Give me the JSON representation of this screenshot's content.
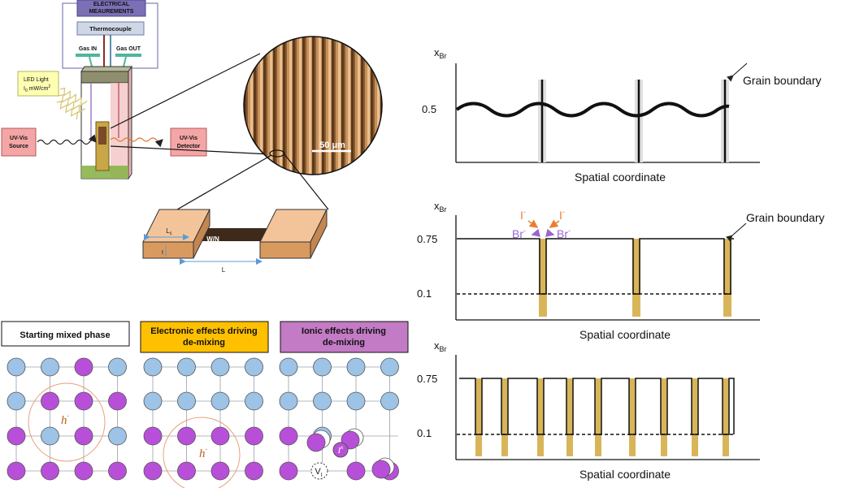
{
  "setup": {
    "electrical_line1": "ELECTRICAL",
    "electrical_line2": "MEAUREMENTS",
    "thermocouple": "Thermocouple",
    "gas_in": "Gas IN",
    "gas_out": "Gas OUT",
    "led_line1": "LED Light",
    "led_line2_base": "I",
    "led_line2_sub": "0",
    "led_line2_rest": " mW/cm",
    "led_line2_sup": "2",
    "uvvis_source_line1": "UV-Vis",
    "uvvis_source_line2": "Source",
    "uvvis_detector_line1": "UV-Vis",
    "uvvis_detector_line2": "Detector",
    "scale_bar": "50 μm",
    "lc_label": "L",
    "lc_sub": "c",
    "t_label": "t",
    "wn_label": "W/N",
    "l_label": "L"
  },
  "lattice": {
    "panel1_title": "Starting mixed phase",
    "panel2_title_line1": "Electronic effects driving",
    "panel2_title_line2": "de-mixing",
    "panel3_title_line1": "Ionic effects driving",
    "panel3_title_line2": "de-mixing",
    "hole_label": "h",
    "hole_sup": "·",
    "iodide_label": "I",
    "iodide_sup": "x",
    "iodide_sub": "i",
    "vacancy_label": "V",
    "vacancy_sub": "I",
    "colors": {
      "blue": "#9dc3e6",
      "purple": "#b84fd9",
      "panel2_fill": "#ffc000",
      "panel3_fill": "#c27bc4"
    }
  },
  "plots": {
    "ylabel_base": "x",
    "ylabel_sub": "Br",
    "xlabel": "Spatial coordinate",
    "plot1": {
      "ytick": "0.5",
      "annotation": "Grain boundary"
    },
    "plot2": {
      "ytick_top": "0.75",
      "ytick_bottom": "0.1",
      "annotation": "Grain boundary",
      "i_left": "I",
      "i_right": "I",
      "i_sup": "-",
      "br_left": "Br",
      "br_right": "Br",
      "br_sup": "-"
    },
    "plot3": {
      "ytick_top": "0.75",
      "ytick_bottom": "0.1"
    },
    "colors": {
      "grain": "#d9b55a",
      "halide_i": "#ed7d31",
      "halide_br": "#9966cc"
    }
  }
}
